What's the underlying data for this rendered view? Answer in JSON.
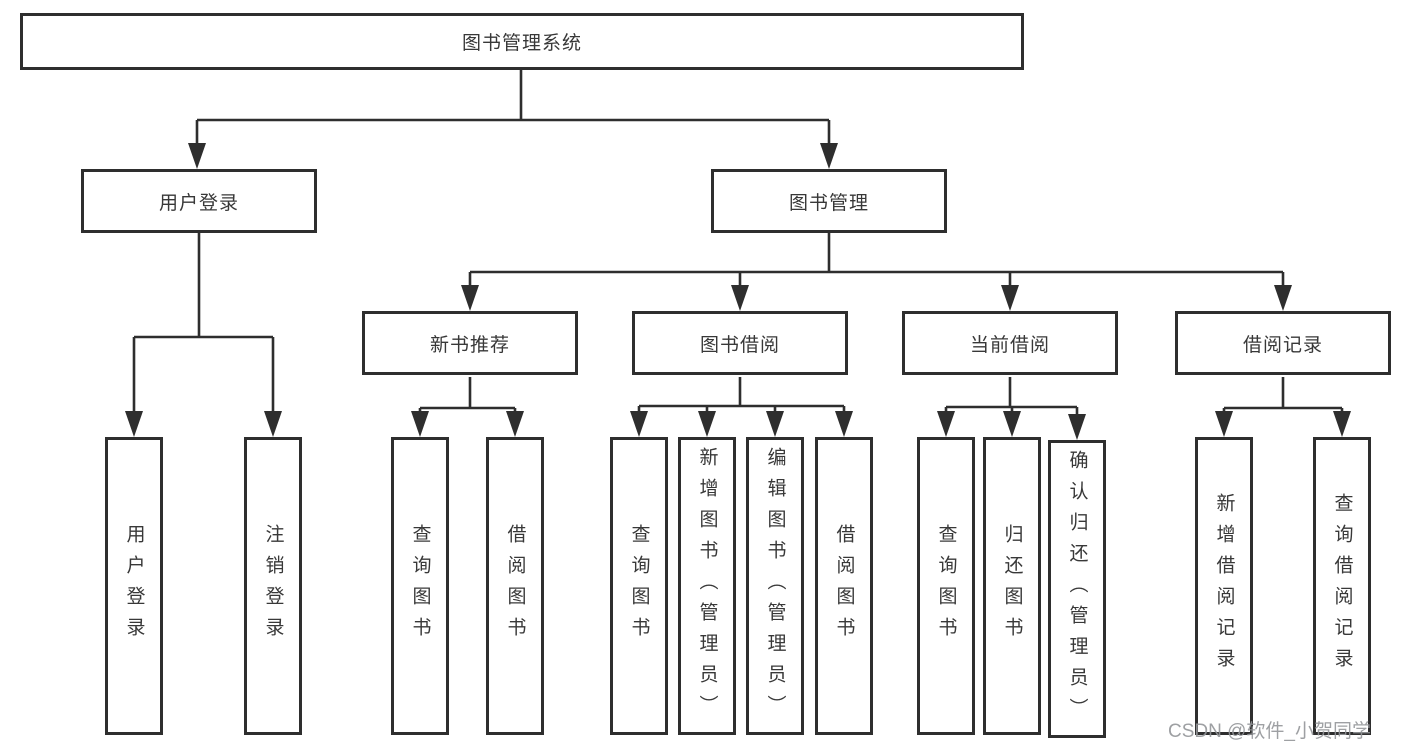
{
  "tree": {
    "root": {
      "label": "图书管理系统",
      "children": [
        {
          "label": "用户登录",
          "children": [
            {
              "label": "用户登录"
            },
            {
              "label": "注销登录"
            }
          ]
        },
        {
          "label": "图书管理",
          "children": [
            {
              "label": "新书推荐",
              "children": [
                {
                  "label": "查询图书"
                },
                {
                  "label": "借阅图书"
                }
              ]
            },
            {
              "label": "图书借阅",
              "children": [
                {
                  "label": "查询图书"
                },
                {
                  "label": "新增图书（管理员）"
                },
                {
                  "label": "编辑图书（管理员）"
                },
                {
                  "label": "借阅图书"
                }
              ]
            },
            {
              "label": "当前借阅",
              "children": [
                {
                  "label": "查询图书"
                },
                {
                  "label": "归还图书"
                },
                {
                  "label": "确认归还（管理员）"
                }
              ]
            },
            {
              "label": "借阅记录",
              "children": [
                {
                  "label": "新增借阅记录"
                },
                {
                  "label": "查询借阅记录"
                }
              ]
            }
          ]
        }
      ]
    }
  },
  "watermark": {
    "text": "CSDN @软件_小贺同学"
  },
  "colors": {
    "line": "#2e2e2e",
    "box_border": "#2e2e2e",
    "box_fill": "#ffffff",
    "text": "#383838",
    "watermark": "#949699"
  }
}
